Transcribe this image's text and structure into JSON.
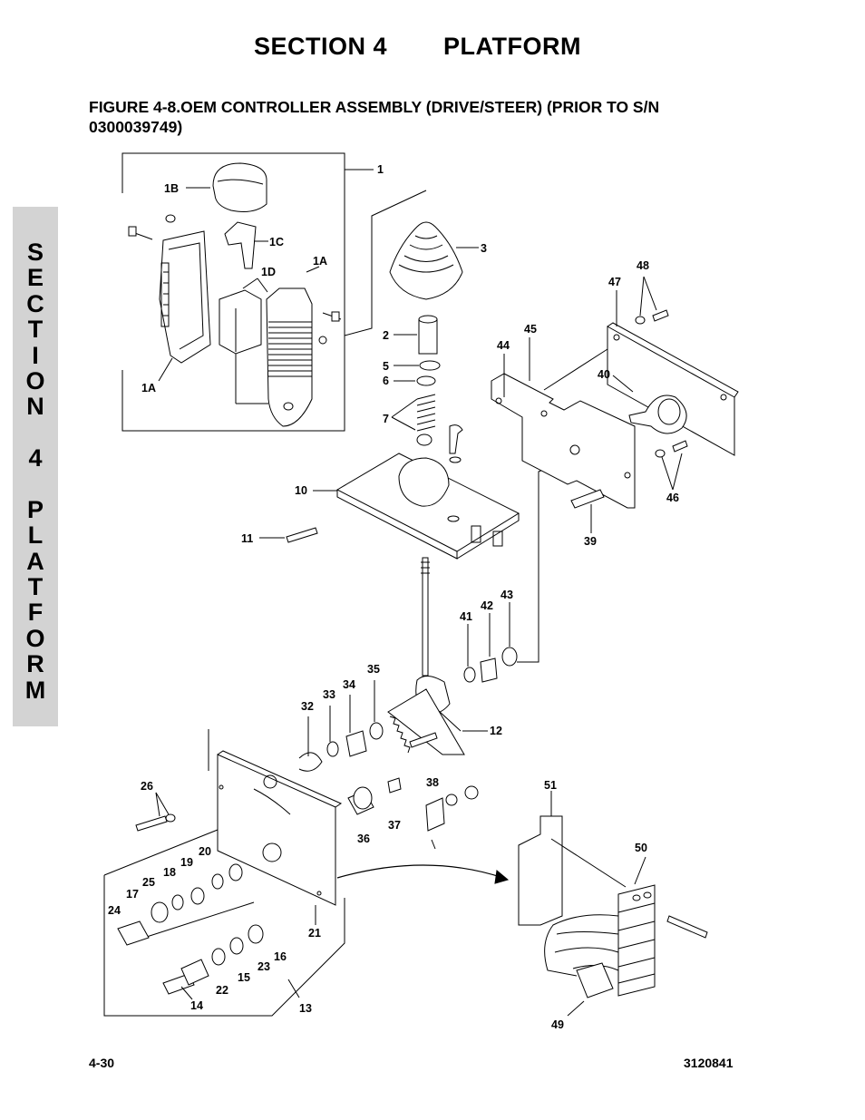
{
  "header": {
    "section": "SECTION 4",
    "name": "PLATFORM"
  },
  "figure": {
    "title": "FIGURE 4-8.OEM CONTROLLER ASSEMBLY (DRIVE/STEER) (PRIOR TO S/N 0300039749)"
  },
  "side_tab": {
    "letters": [
      "S",
      "E",
      "C",
      "T",
      "I",
      "O",
      "N",
      "",
      "4",
      "",
      "P",
      "L",
      "A",
      "T",
      "F",
      "O",
      "R",
      "M"
    ]
  },
  "footer": {
    "page": "4-30",
    "doc_number": "3120841"
  },
  "callouts": {
    "c1": "1",
    "c1B": "1B",
    "c1C": "1C",
    "c1D": "1D",
    "c1A_top": "1A",
    "c1A_bottom": "1A",
    "c2": "2",
    "c3": "3",
    "c5": "5",
    "c6": "6",
    "c7": "7",
    "c10": "10",
    "c11": "11",
    "c12": "12",
    "c13": "13",
    "c14": "14",
    "c15": "15",
    "c16": "16",
    "c17": "17",
    "c18": "18",
    "c19": "19",
    "c20": "20",
    "c21": "21",
    "c22": "22",
    "c23": "23",
    "c24": "24",
    "c25": "25",
    "c26": "26",
    "c32": "32",
    "c33": "33",
    "c34": "34",
    "c35": "35",
    "c36": "36",
    "c37": "37",
    "c38": "38",
    "c39": "39",
    "c40": "40",
    "c41": "41",
    "c42": "42",
    "c43": "43",
    "c44": "44",
    "c45": "45",
    "c46": "46",
    "c47": "47",
    "c48": "48",
    "c49": "49",
    "c50": "50",
    "c51": "51"
  }
}
